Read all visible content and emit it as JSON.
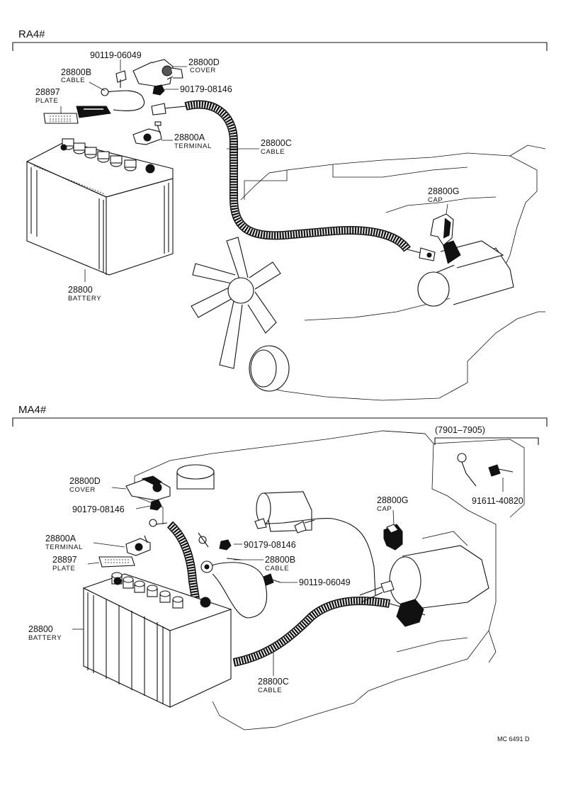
{
  "sections": [
    {
      "title": "RA4#",
      "labels": {
        "bolt_a": "90119-06049",
        "cover_pn": "28800D",
        "cover_nm": "COVER",
        "cable_b_pn": "28800B",
        "cable_b_nm": "CABLE",
        "nut": "90179-08146",
        "plate_pn": "28897",
        "plate_nm": "PLATE",
        "terminal_pn": "28800A",
        "terminal_nm": "TERMINAL",
        "cable_c_pn": "28800C",
        "cable_c_nm": "CABLE",
        "cap_pn": "28800G",
        "cap_nm": "CAP",
        "battery_pn": "28800",
        "battery_nm": "BATTERY"
      }
    },
    {
      "title": "MA4#",
      "labels": {
        "range": "(7901–7905)",
        "bolt_b": "91611-40820",
        "cover_pn": "28800D",
        "cover_nm": "COVER",
        "cap_pn": "28800G",
        "cap_nm": "CAP",
        "nut_1": "90179-08146",
        "terminal_pn": "28800A",
        "terminal_nm": "TERMINAL",
        "nut_2": "90179-08146",
        "plate_pn": "28897",
        "plate_nm": "PLATE",
        "cable_b_pn": "28800B",
        "cable_b_nm": "CABLE",
        "bolt_a": "90119-06049",
        "battery_pn": "28800",
        "battery_nm": "BATTERY",
        "cable_c_pn": "28800C",
        "cable_c_nm": "CABLE"
      }
    }
  ],
  "footer_code": "MC 6491 D"
}
